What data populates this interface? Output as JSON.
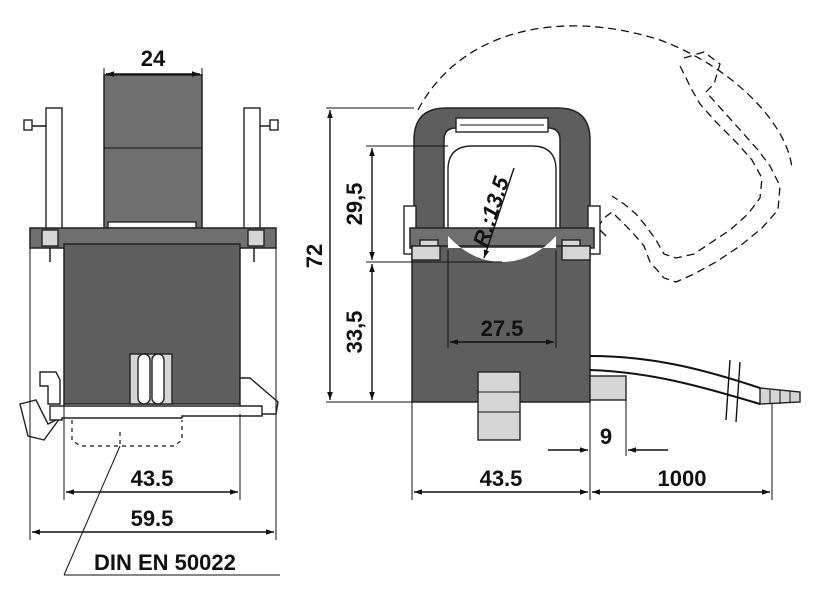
{
  "dimensions": {
    "left_top_width": "24",
    "left_inner_width": "43.5",
    "left_outer_width": "59.5",
    "standard_label": "DIN EN 50022",
    "height_total": "72",
    "height_upper": "29,5",
    "height_lower": "33,5",
    "radius": "R.:13.5",
    "aperture_width": "27.5",
    "right_width": "43.5",
    "cable_offset": "9",
    "cable_length": "1000"
  },
  "colors": {
    "housing": "#6f6f6f",
    "housing_dark": "#5e5e5e",
    "light_part": "#d6d6d6",
    "ink": "#111111"
  }
}
